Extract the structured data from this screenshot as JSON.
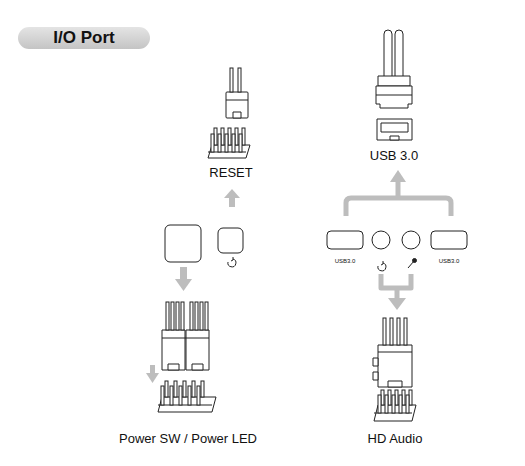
{
  "diagram": {
    "title": "I/O Port",
    "labels": [
      "RESET",
      "USB 3.0",
      "USB3.0",
      "USB3.0",
      "Power SW / Power LED",
      "HD Audio"
    ]
  }
}
